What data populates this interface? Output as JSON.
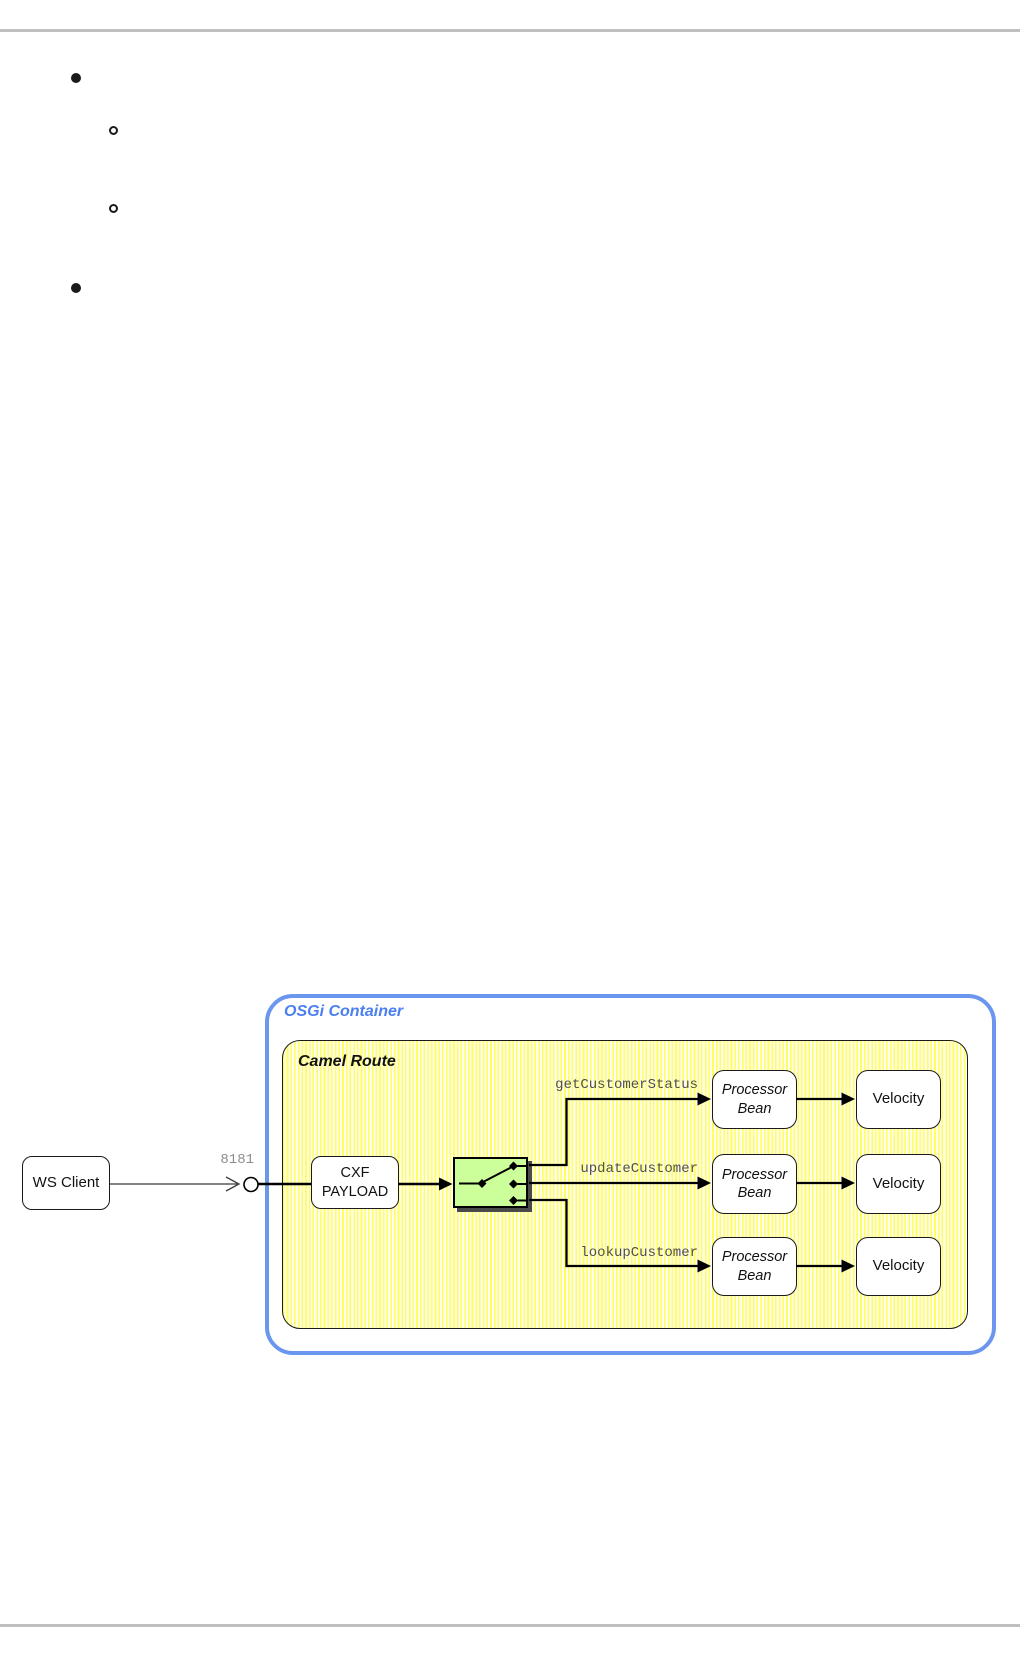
{
  "page": {
    "bullets": [
      {
        "type": "filled"
      },
      {
        "type": "hollow"
      },
      {
        "type": "hollow"
      },
      {
        "type": "filled"
      }
    ]
  },
  "diagram": {
    "ws_client": {
      "label": "WS Client"
    },
    "port_label": "8181",
    "osgi_container": {
      "label": "OSGi Container"
    },
    "camel_route": {
      "label": "Camel Route"
    },
    "cxf_endpoint": {
      "label": "CXF\nPAYLOAD"
    },
    "router_icon": "content-based-router",
    "branches": [
      {
        "label": "getCustomerStatus",
        "processor": "Processor\nBean",
        "endpoint": "Velocity"
      },
      {
        "label": "updateCustomer",
        "processor": "Processor\nBean",
        "endpoint": "Velocity"
      },
      {
        "label": "lookupCustomer",
        "processor": "Processor\nBean",
        "endpoint": "Velocity"
      }
    ],
    "colors": {
      "container_border": "#6b96ee",
      "container_label": "#4b7ef0",
      "route_stripe": "#ffff5e",
      "route_background": "#fffdf0",
      "router_fill": "#ccff99",
      "router_shadow": "#4a4a4a",
      "horizontal_rule": "#c0c0c0",
      "branch_label_gray": "#4f4f4f",
      "port_label_gray": "#8c8c8c"
    }
  }
}
